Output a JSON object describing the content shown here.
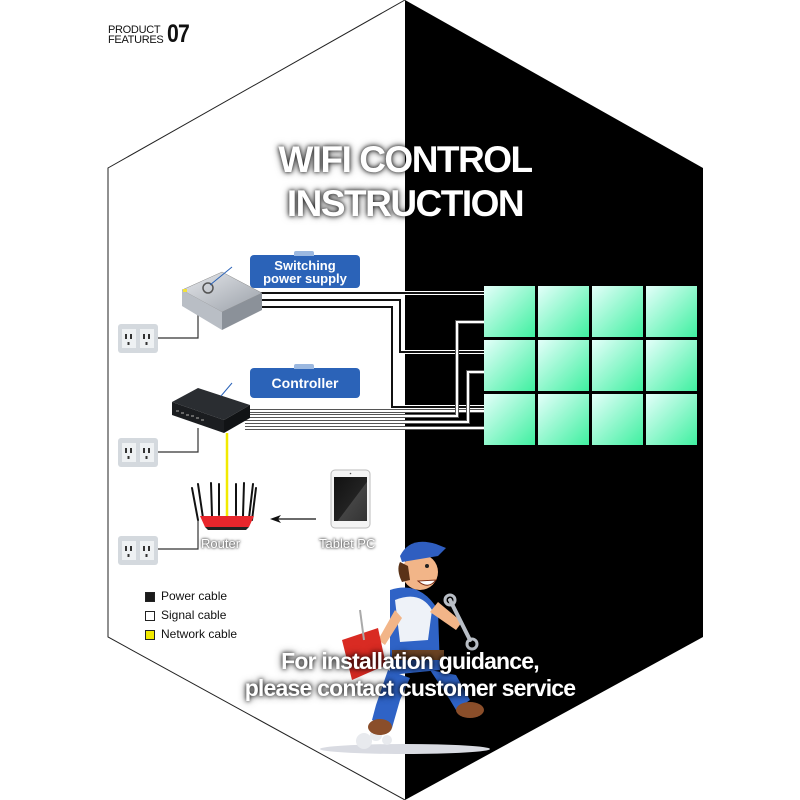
{
  "header": {
    "label_line1": "PRODUCT",
    "label_line2": "FEATURES",
    "number": "07"
  },
  "title": {
    "line1": "WIFI CONTROL",
    "line2": "INSTRUCTION"
  },
  "devices": {
    "power_supply_label_line1": "Switching",
    "power_supply_label_line2": "power supply",
    "controller_label": "Controller",
    "router_label": "Router",
    "tablet_label": "Tablet PC"
  },
  "panel_grid": {
    "rows": 3,
    "cols": 4
  },
  "legend": [
    {
      "label": "Power cable",
      "color": "#1a1a1a"
    },
    {
      "label": "Signal cable",
      "color": "#ffffff"
    },
    {
      "label": "Network cable",
      "color": "#f2ea00"
    }
  ],
  "footer": {
    "line1": "For installation guidance,",
    "line2": "please contact customer service"
  },
  "colors": {
    "callout_blue": "#2b63b8",
    "panel_green_light": "#dffff6",
    "panel_green": "#3ff0a0",
    "router_red": "#e8262c",
    "network_yellow": "#f2ea00"
  }
}
